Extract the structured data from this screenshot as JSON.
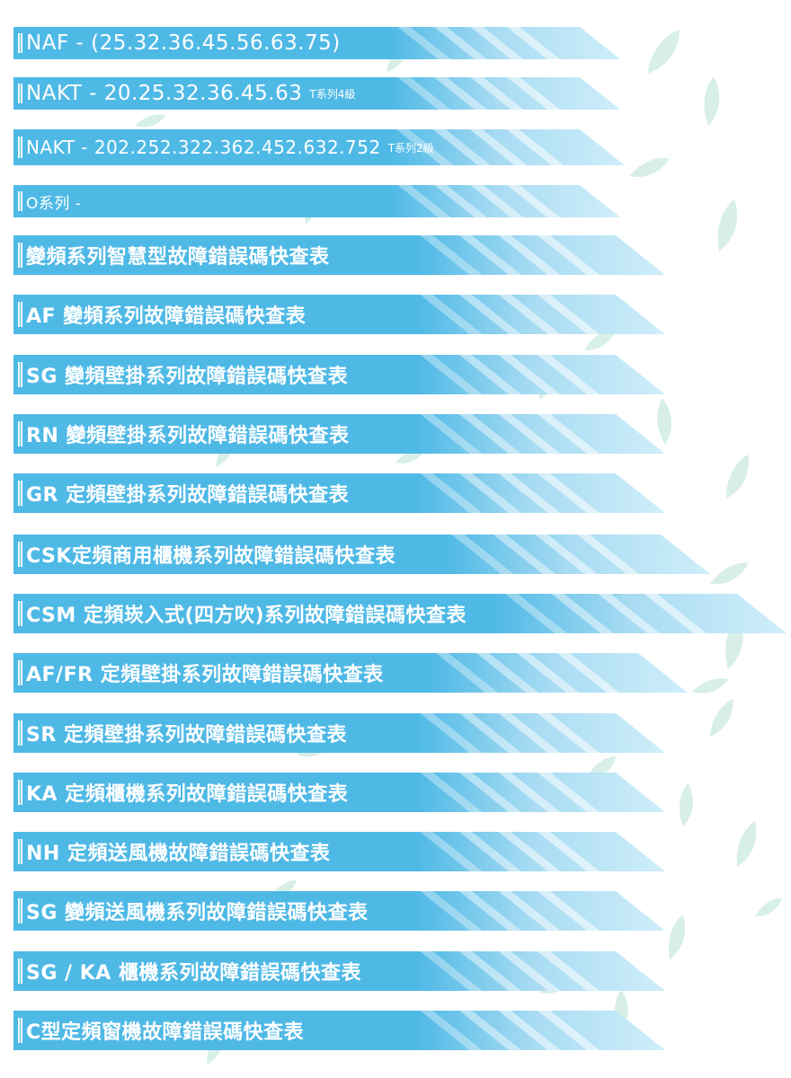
{
  "colors": {
    "band_primary": "#4fb9e6",
    "band_light": "#a9dcf3",
    "band_lighter": "#cfeefa",
    "leaf": "#d7efe6",
    "text": "#ffffff"
  },
  "menu": {
    "items": [
      {
        "label": "NAF - (25.32.36.45.56.63.75)",
        "suffix": ""
      },
      {
        "label": "NAKT - 20.25.32.36.45.63",
        "suffix": "T系列4級"
      },
      {
        "label": "NAKT - 202.252.322.362.452.632.752",
        "suffix": "T系列2級"
      },
      {
        "label": "O系列 -",
        "suffix": ""
      },
      {
        "label": "變頻系列智慧型故障錯誤碼快查表",
        "suffix": ""
      },
      {
        "label": "AF 變頻系列故障錯誤碼快查表",
        "suffix": ""
      },
      {
        "label": "SG 變頻壁掛系列故障錯誤碼快查表",
        "suffix": ""
      },
      {
        "label": "RN 變頻壁掛系列故障錯誤碼快查表",
        "suffix": ""
      },
      {
        "label": "GR 定頻壁掛系列故障錯誤碼快查表",
        "suffix": ""
      },
      {
        "label": "CSK定頻商用櫃機系列故障錯誤碼快查表",
        "suffix": ""
      },
      {
        "label": "CSM 定頻崁入式(四方吹)系列故障錯誤碼快查表",
        "suffix": ""
      },
      {
        "label": "AF/FR 定頻壁掛系列故障錯誤碼快查表",
        "suffix": ""
      },
      {
        "label": "SR 定頻壁掛系列故障錯誤碼快查表",
        "suffix": ""
      },
      {
        "label": "KA 定頻櫃機系列故障錯誤碼快查表",
        "suffix": ""
      },
      {
        "label": "NH 定頻送風機故障錯誤碼快查表",
        "suffix": ""
      },
      {
        "label": "SG 變頻送風機系列故障錯誤碼快查表",
        "suffix": ""
      },
      {
        "label": "SG / KA 櫃機系列故障錯誤碼快查表",
        "suffix": ""
      },
      {
        "label": "C型定頻窗機故障錯誤碼快查表",
        "suffix": ""
      }
    ]
  }
}
